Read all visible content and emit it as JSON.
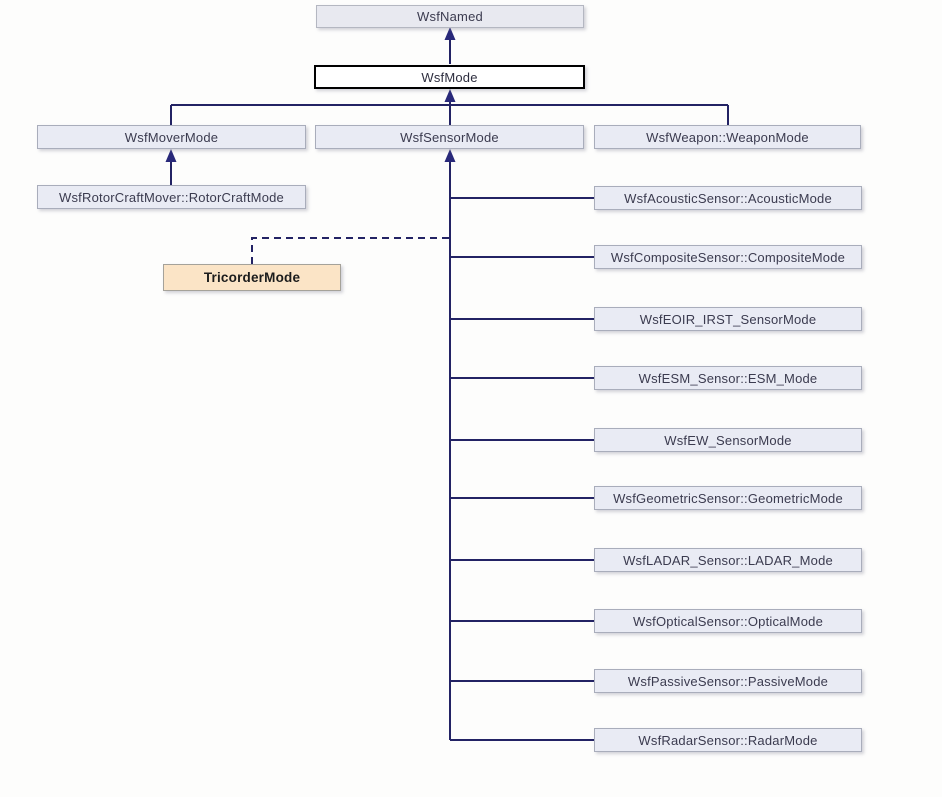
{
  "diagram": {
    "type": "class-inheritance-diagram",
    "colors": {
      "node_fill": "#e9ebf4",
      "node_border": "#a9adbb",
      "focus_node_fill": "#ffffff",
      "focus_node_border": "#000000",
      "highlight_node_fill": "#fbe4c6",
      "connector_line": "#232364",
      "text": "#3b3b4f"
    },
    "nodes": {
      "wsf_named": "WsfNamed",
      "wsf_mode": "WsfMode",
      "wsf_mover_mode": "WsfMoverMode",
      "wsf_sensor_mode": "WsfSensorMode",
      "wsf_weapon_mode": "WsfWeapon::WeaponMode",
      "wsf_rotorcraft_mode": "WsfRotorCraftMover::RotorCraftMode",
      "tricorder_mode": "TricorderMode",
      "sensor_children": [
        "WsfAcousticSensor::AcousticMode",
        "WsfCompositeSensor::CompositeMode",
        "WsfEOIR_IRST_SensorMode",
        "WsfESM_Sensor::ESM_Mode",
        "WsfEW_SensorMode",
        "WsfGeometricSensor::GeometricMode",
        "WsfLADAR_Sensor::LADAR_Mode",
        "WsfOpticalSensor::OpticalMode",
        "WsfPassiveSensor::PassiveMode",
        "WsfRadarSensor::RadarMode"
      ]
    },
    "relationships": {
      "solid_arrow_meaning": "inherits from",
      "dashed_line_meaning": "TricorderMode association to WsfSensorMode hierarchy"
    }
  }
}
